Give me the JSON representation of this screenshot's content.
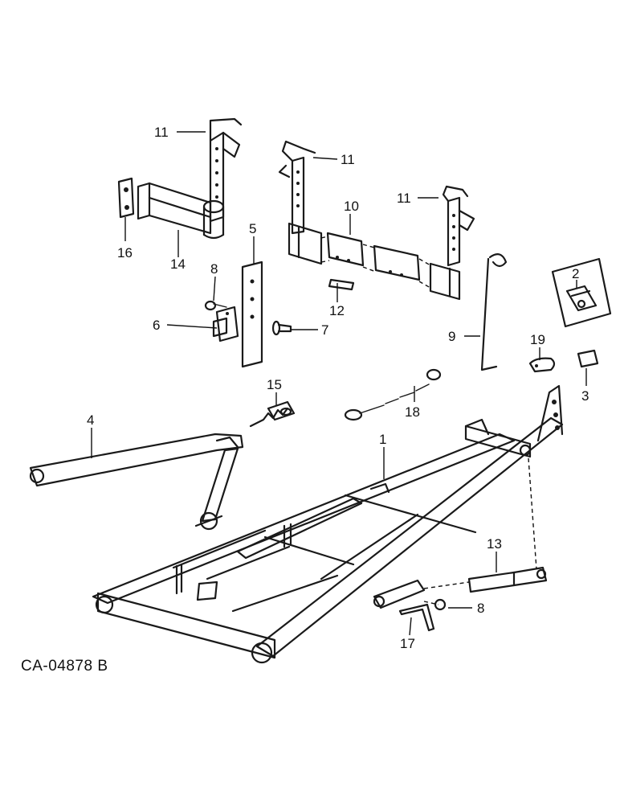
{
  "figure": {
    "drawing_code": "CA-04878 B",
    "callouts": [
      "11",
      "11",
      "11",
      "10",
      "5",
      "16",
      "14",
      "8",
      "12",
      "6",
      "7",
      "2",
      "9",
      "19",
      "3",
      "15",
      "18",
      "4",
      "1",
      "13",
      "8",
      "17"
    ]
  }
}
